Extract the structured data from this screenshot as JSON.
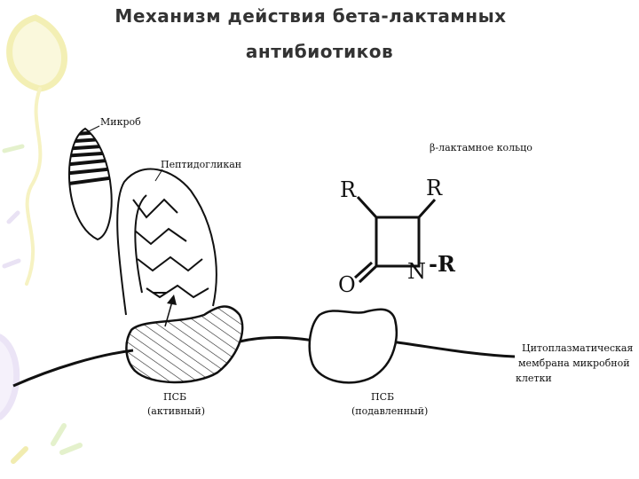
{
  "title": {
    "line1": "Механизм действия бета-лактамных",
    "line2": "антибиотиков"
  },
  "labels": {
    "microbe": "Микроб",
    "peptidoglycan": "Пептидогликан",
    "beta_lactam_ring": "β-лактамное кольцо",
    "membrane_line1": "Цитоплазматическая",
    "membrane_line2": "мембрана микробной",
    "membrane_line3": "клетки",
    "psb_active_name": "ПСБ",
    "psb_active_state": "(активный)",
    "psb_suppressed_name": "ПСБ",
    "psb_suppressed_state": "(подавленный)"
  },
  "chem": {
    "r_top_left": "R",
    "r_top_right": "R",
    "oxygen": "O",
    "nitrogen": "N",
    "r_nitrogen": "-R"
  },
  "colors": {
    "title": "#333333",
    "deco_yellow": "#f4f0a8",
    "deco_lavender": "#e6ddf3",
    "deco_green": "#e3f0c8"
  }
}
